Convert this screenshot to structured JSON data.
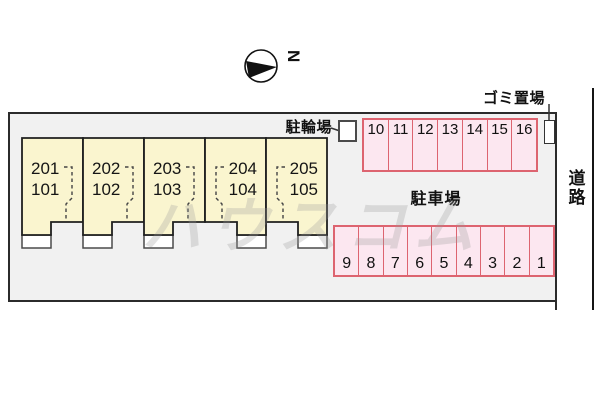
{
  "site": {
    "labels": {
      "bicycle_parking": "駐輪場",
      "car_parking": "駐車場",
      "garbage_area": "ゴミ置場",
      "road": "道路"
    },
    "compass": {
      "north_label": "N"
    },
    "watermark": "ハウスコム",
    "units": [
      {
        "upper": "201",
        "lower": "101"
      },
      {
        "upper": "202",
        "lower": "102"
      },
      {
        "upper": "203",
        "lower": "103"
      },
      {
        "upper": "204",
        "lower": "104"
      },
      {
        "upper": "205",
        "lower": "105"
      }
    ],
    "parking": {
      "top_row": [
        "10",
        "11",
        "12",
        "13",
        "14",
        "15",
        "16"
      ],
      "bottom_row": [
        "9",
        "8",
        "7",
        "6",
        "5",
        "4",
        "3",
        "2",
        "1"
      ]
    },
    "colors": {
      "unit_fill": "#faf5cf",
      "parking_fill": "#fce7f0",
      "parking_border": "#dd6470",
      "site_fill": "#f1f1f1",
      "outline": "#2b2b2b"
    }
  }
}
